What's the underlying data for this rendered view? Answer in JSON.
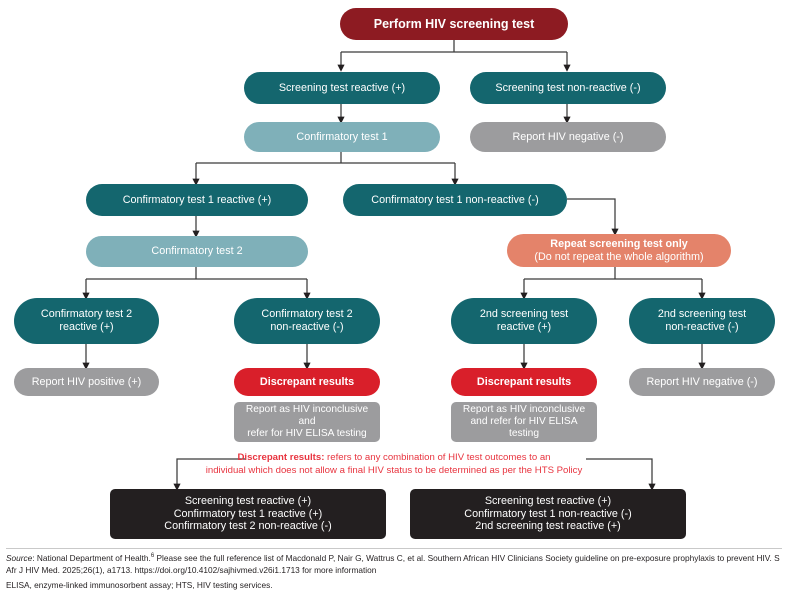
{
  "diagram": {
    "title": "HIV testing algorithm flowchart",
    "colors": {
      "dark_red": "#8d1b22",
      "teal": "#14666e",
      "light_teal": "#7fb0b9",
      "gray": "#9c9c9e",
      "red": "#d91f2a",
      "salmon": "#e4836a",
      "black": "#231f20",
      "note_red": "#e8343f"
    },
    "nodes": {
      "root": "Perform HIV screening test",
      "screen_reactive": "Screening test reactive (+)",
      "screen_nonreactive": "Screening test non-reactive (-)",
      "confirm1": "Confirmatory test 1",
      "report_neg_right": "Report HIV negative (-)",
      "confirm1_reactive": "Confirmatory test 1 reactive (+)",
      "confirm1_nonreactive": "Confirmatory test 1 non-reactive (-)",
      "confirm2": "Confirmatory test 2",
      "repeat_line1": "Repeat screening test only",
      "repeat_line2": "(Do not repeat the whole algorithm)",
      "confirm2_reactive_l1": "Confirmatory test 2",
      "confirm2_reactive_l2": "reactive (+)",
      "confirm2_nonreactive_l1": "Confirmatory test 2",
      "confirm2_nonreactive_l2": "non-reactive (-)",
      "screen2_reactive_l1": "2nd screening test",
      "screen2_reactive_l2": "reactive (+)",
      "screen2_nonreactive_l1": "2nd screening test",
      "screen2_nonreactive_l2": "non-reactive (-)",
      "report_positive": "Report HIV positive (+)",
      "discrepant_left": "Discrepant results",
      "discrepant_right": "Discrepant results",
      "report_neg_far_right": "Report HIV negative (-)",
      "inconclusive_left_l1": "Report as HIV inconclusive and",
      "inconclusive_left_l2": "refer for HIV ELISA testing",
      "inconclusive_right_l1": "Report as HIV inconclusive",
      "inconclusive_right_l2": "and refer for HIV ELISA testing",
      "outcome_left_l1": "Screening test reactive (+)",
      "outcome_left_l2": "Confirmatory test 1 reactive (+)",
      "outcome_left_l3": "Confirmatory test 2 non-reactive (-)",
      "outcome_right_l1": "Screening test reactive (+)",
      "outcome_right_l2": "Confirmatory test 1 non-reactive (-)",
      "outcome_right_l3": "2nd screening test reactive (+)"
    },
    "note": {
      "bold_lead": "Discrepant results:",
      "line1_rest": " refers to any combination of HIV test outcomes to an",
      "line2": "individual which does not allow a final HIV status to be determined as per the HTS Policy"
    },
    "footer": {
      "source_label": "Source",
      "source_text": ": National Department of Health.",
      "source_ref": "6",
      "source_rest": " Please see the full reference list of Macdonald P, Nair G, Wattrus C, et al. Southern African HIV Clinicians Society guideline on pre-exposure prophylaxis to prevent HIV. S Afr J HIV Med. 2025;26(1), a1713. https://doi.org/10.4102/sajhivmed.v26i1.1713 for more information",
      "abbreviations": "ELISA, enzyme-linked immunosorbent assay; HTS, HIV testing services."
    }
  }
}
